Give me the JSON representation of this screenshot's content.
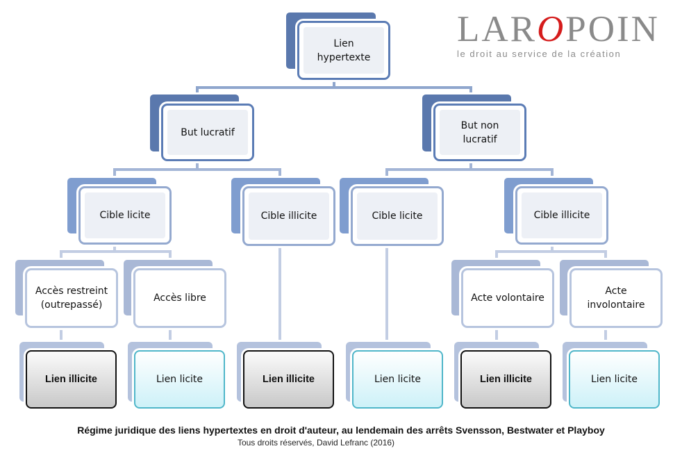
{
  "logo": {
    "word_before": "LAR",
    "word_highlight": "O",
    "word_after": "POIN",
    "tagline": "le droit au service de la création"
  },
  "nodes": {
    "root": "Lien\nhypertexte",
    "but_lucratif": "But lucratif",
    "but_non_lucratif": "But non\nlucratif",
    "lucr_cible_licite": "Cible licite",
    "lucr_cible_illicite": "Cible illicite",
    "nonlucr_cible_licite": "Cible licite",
    "nonlucr_cible_illicite": "Cible illicite",
    "acces_restreint": "Accès restreint\n(outrepassé)",
    "acces_libre": "Accès libre",
    "acte_volontaire": "Acte volontaire",
    "acte_involontaire": "Acte\ninvolontaire"
  },
  "results": [
    {
      "label": "Lien illicite",
      "kind": "illicit"
    },
    {
      "label": "Lien licite",
      "kind": "licit"
    },
    {
      "label": "Lien illicite",
      "kind": "illicit"
    },
    {
      "label": "Lien licite",
      "kind": "licit"
    },
    {
      "label": "Lien illicite",
      "kind": "illicit"
    },
    {
      "label": "Lien licite",
      "kind": "licit"
    }
  ],
  "caption": "Régime juridique des liens hypertextes en droit d'auteur, au lendemain des arrêts Svensson, Bestwater et Playboy",
  "copyright": "Tous droits réservés, David Lefranc (2016)",
  "colors": {
    "connector": "#b3c1dd",
    "connector_top": "#8da3cb",
    "logo_grey": "#8a8a8a",
    "logo_red": "#d51c1c",
    "illicit_border": "#111111",
    "licit_border": "#4fb6c9"
  }
}
